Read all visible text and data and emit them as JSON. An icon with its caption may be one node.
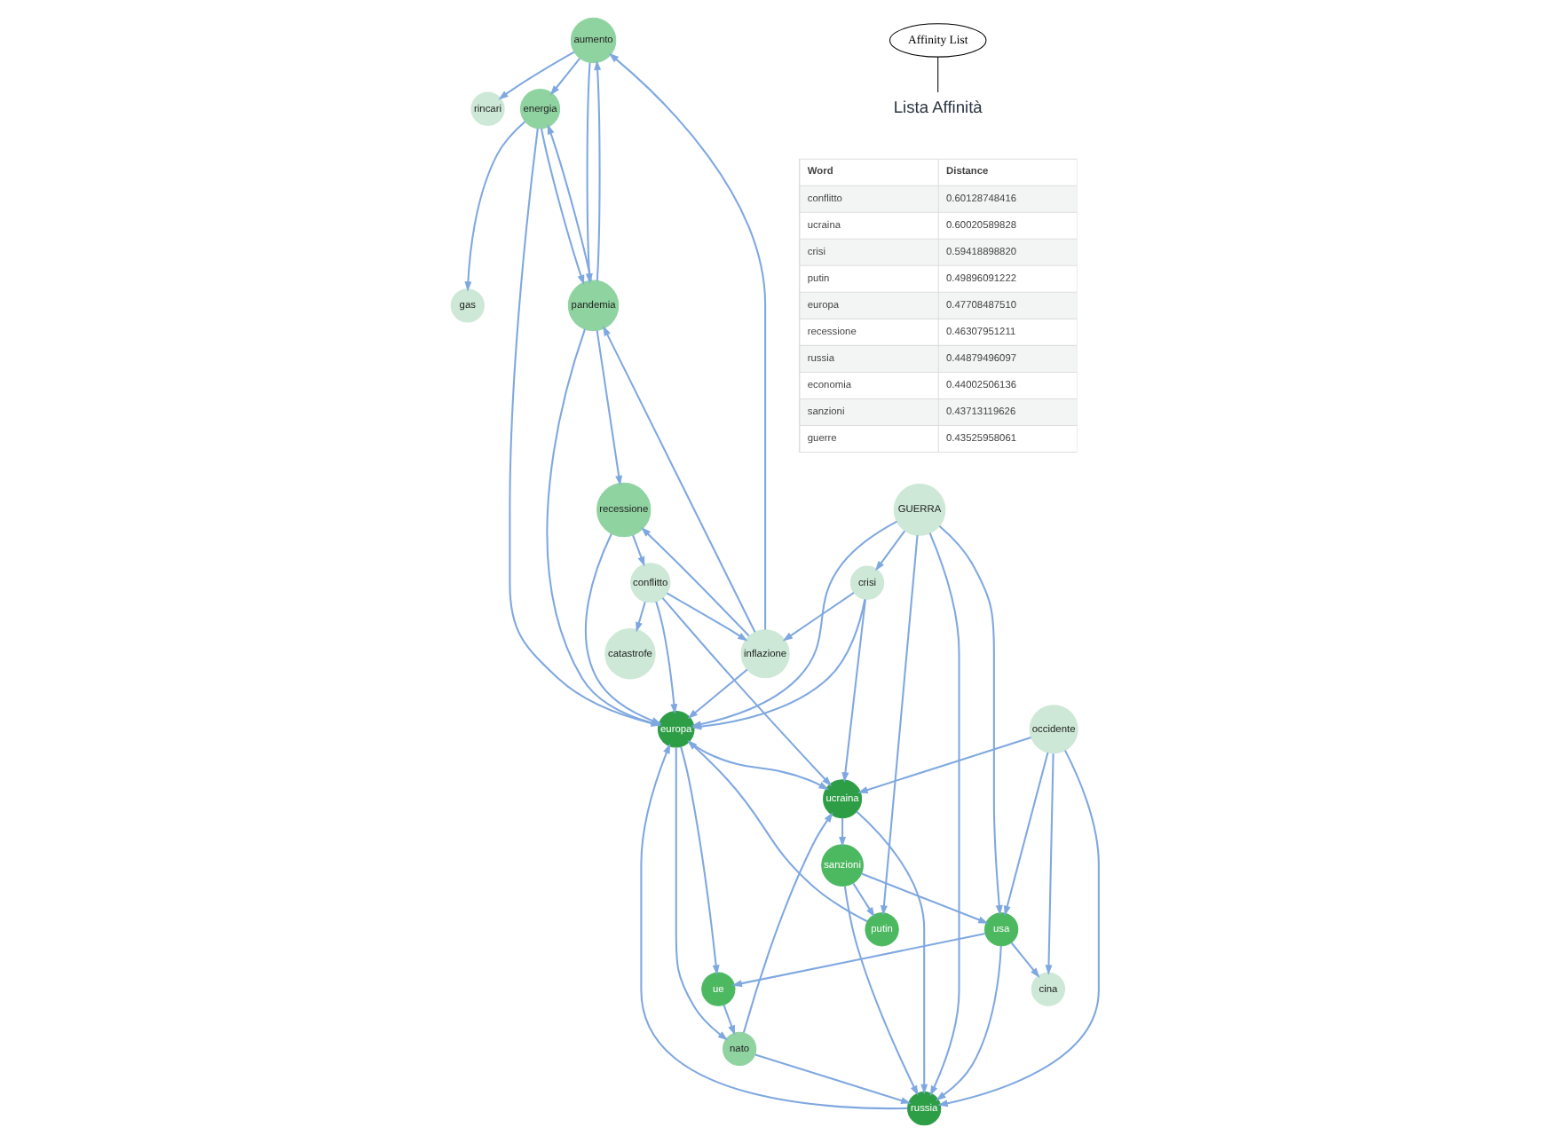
{
  "diagram": {
    "nodes": [
      {
        "text": [
          "rincari"
        ]
      },
      {
        "text": [
          "aumento"
        ]
      },
      {
        "text": [
          "gas"
        ]
      },
      {
        "text": [
          "energia"
        ]
      },
      {
        "text": [
          "pandemia"
        ]
      },
      {
        "text": [
          "crisi"
        ]
      },
      {
        "text": [
          "inflazione"
        ]
      },
      {
        "text": [
          "recessione"
        ]
      },
      {
        "text": [
          "GUERRA"
        ]
      },
      {
        "text": [
          "putin"
        ]
      },
      {
        "text": [
          "europa"
        ]
      },
      {
        "text": [
          "conflitto"
        ]
      },
      {
        "text": [
          "sanzioni"
        ]
      },
      {
        "text": [
          "ucraina"
        ]
      },
      {
        "text": [
          "catastrofe"
        ]
      },
      {
        "text": [
          "russia"
        ]
      },
      {
        "text": [
          "nato"
        ]
      },
      {
        "text": [
          "occidente"
        ]
      },
      {
        "text": [
          "usa"
        ]
      },
      {
        "text": [
          "ue"
        ]
      },
      {
        "text": [
          "cina"
        ]
      },
      {
        "text": [
          "Affinity List"
        ]
      },
      {
        "text": [
          "Lista Affinità"
        ]
      }
    ],
    "edges": [
      {
        "from": 1,
        "to": 0,
        "arrow": "to"
      },
      {
        "from": 3,
        "to": 2,
        "arrow": "to"
      },
      {
        "from": 1,
        "to": 3,
        "arrow": "to"
      },
      {
        "from": 3,
        "to": 4,
        "arrow": "to"
      },
      {
        "from": 4,
        "to": 3,
        "arrow": "to"
      },
      {
        "from": 6,
        "to": 1,
        "arrow": "to"
      },
      {
        "from": 4,
        "to": 1,
        "arrow": "to"
      },
      {
        "from": 1,
        "to": 4,
        "arrow": "to"
      },
      {
        "from": 8,
        "to": 5,
        "arrow": "to"
      },
      {
        "from": 5,
        "to": 6,
        "arrow": "to"
      },
      {
        "from": 6,
        "to": 4,
        "arrow": "to"
      },
      {
        "from": 4,
        "to": 7,
        "arrow": "to"
      },
      {
        "from": 6,
        "to": 7,
        "arrow": "to"
      },
      {
        "from": 7,
        "to": 11,
        "arrow": "to"
      },
      {
        "from": 11,
        "to": 6,
        "arrow": "to"
      },
      {
        "from": 11,
        "to": 10,
        "arrow": "to"
      },
      {
        "from": 11,
        "to": 14,
        "arrow": "to"
      },
      {
        "from": 11,
        "to": 13,
        "arrow": "to"
      },
      {
        "from": 7,
        "to": 10,
        "arrow": "to"
      },
      {
        "from": 4,
        "to": 10,
        "arrow": "to"
      },
      {
        "from": 6,
        "to": 10,
        "arrow": "to"
      },
      {
        "from": 3,
        "to": 10,
        "arrow": "to"
      },
      {
        "from": 5,
        "to": 10,
        "arrow": "to"
      },
      {
        "from": 5,
        "to": 13,
        "arrow": "to"
      },
      {
        "from": 8,
        "to": 9,
        "arrow": "to"
      },
      {
        "from": 8,
        "to": 15,
        "arrow": "to"
      },
      {
        "from": 8,
        "to": 18,
        "arrow": "to"
      },
      {
        "from": 8,
        "to": 10,
        "arrow": "to"
      },
      {
        "from": 9,
        "to": 10,
        "arrow": "to"
      },
      {
        "from": 12,
        "to": 9,
        "arrow": "to"
      },
      {
        "from": 12,
        "to": 15,
        "arrow": "to"
      },
      {
        "from": 13,
        "to": 12,
        "arrow": "to"
      },
      {
        "from": 12,
        "to": 18,
        "arrow": "to"
      },
      {
        "from": 15,
        "to": 10,
        "arrow": "to"
      },
      {
        "from": 13,
        "to": 15,
        "arrow": "to"
      },
      {
        "from": 10,
        "to": 13,
        "arrow": "to"
      },
      {
        "from": 16,
        "to": 13,
        "arrow": "to"
      },
      {
        "from": 16,
        "to": 15,
        "arrow": "to"
      },
      {
        "from": 10,
        "to": 16,
        "arrow": "to"
      },
      {
        "from": 18,
        "to": 15,
        "arrow": "to"
      },
      {
        "from": 18,
        "to": 19,
        "arrow": "to"
      },
      {
        "from": 17,
        "to": 18,
        "arrow": "to"
      },
      {
        "from": 17,
        "to": 20,
        "arrow": "to"
      },
      {
        "from": 18,
        "to": 20,
        "arrow": "to"
      },
      {
        "from": 19,
        "to": 16,
        "arrow": "to"
      },
      {
        "from": 10,
        "to": 19,
        "arrow": "to"
      },
      {
        "from": 17,
        "to": 15,
        "arrow": "to"
      },
      {
        "from": 17,
        "to": 13,
        "arrow": "to"
      },
      {
        "from": 21,
        "to": 22,
        "arrow": "none",
        "color": "#000000"
      }
    ],
    "labels": [
      "Word",
      "Distance",
      "conflitto",
      "0.60128748416",
      "ucraina",
      "0.60020589828",
      "crisi",
      "0.59418898820",
      "putin",
      "0.49896091222",
      "europa",
      "0.47708487510",
      "recessione",
      "0.46307951211",
      "russia",
      "0.44879496097",
      "economia",
      "0.44002506136",
      "sanzioni",
      "0.43713119626",
      "guerre",
      "0.43525958061"
    ]
  }
}
